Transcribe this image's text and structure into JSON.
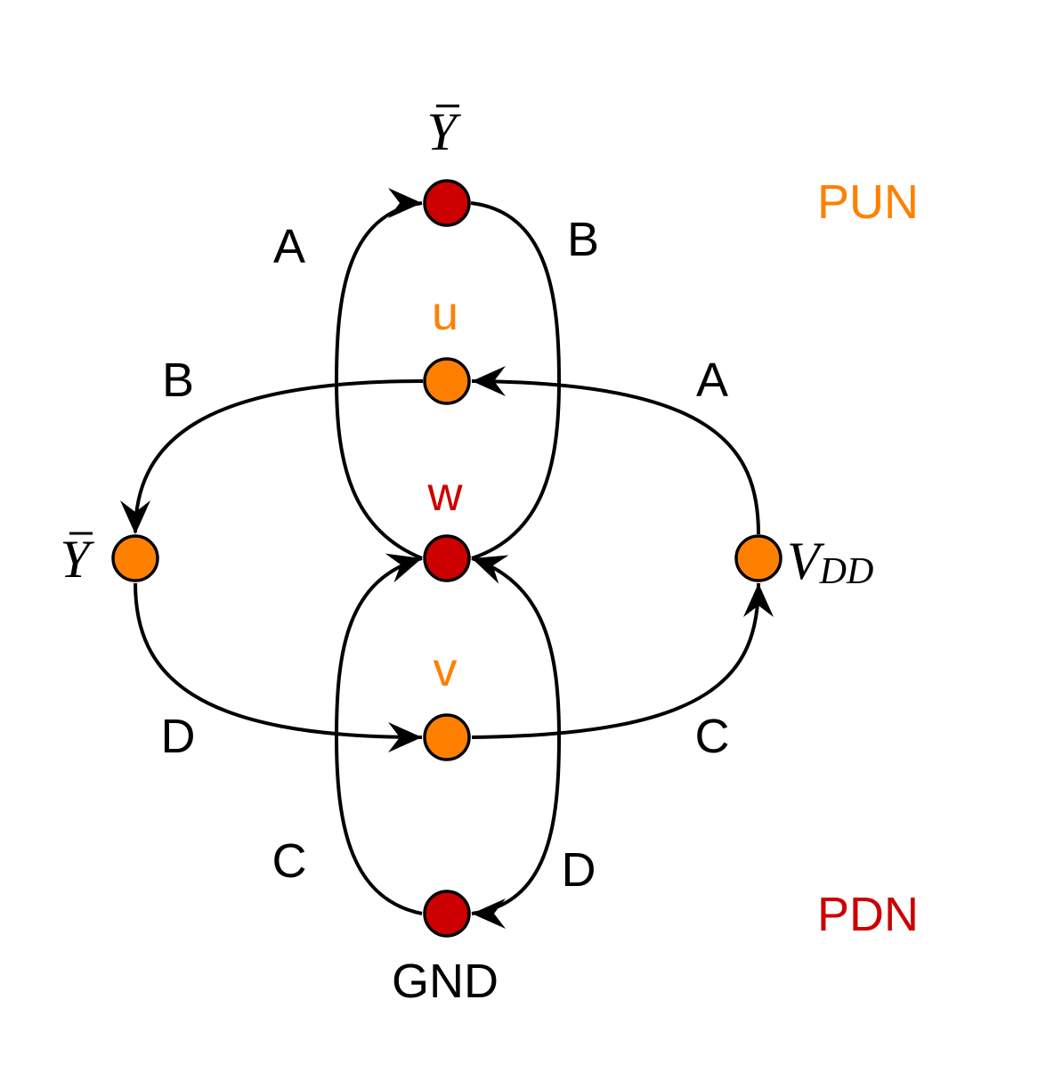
{
  "colors": {
    "pun": "#ff8000",
    "pdn": "#cc0000",
    "edge": "#000000",
    "text": "#000000"
  },
  "pun_label": "PUN",
  "pdn_label": "PDN",
  "nodes": {
    "ybar_top": {
      "text": "Y",
      "bar": true,
      "color_role": "pdn"
    },
    "u": {
      "text": "u",
      "color_role": "pun"
    },
    "w": {
      "text": "w",
      "color_role": "pdn"
    },
    "v": {
      "text": "v",
      "color_role": "pun"
    },
    "gnd": {
      "text": "GND",
      "color_role": "pdn"
    },
    "ybar_left": {
      "text": "Y",
      "bar": true,
      "color_role": "pun"
    },
    "vdd": {
      "text": "V",
      "subscript": "DD",
      "color_role": "pun"
    }
  },
  "edges": [
    {
      "from": "w",
      "to": "ybar_top",
      "label": "A",
      "network": "pdn"
    },
    {
      "from": "ybar_top",
      "to": "w",
      "label": "B",
      "network": "pdn"
    },
    {
      "from": "gnd",
      "to": "w",
      "label": "C",
      "network": "pdn"
    },
    {
      "from": "w",
      "to": "gnd",
      "label": "D",
      "network": "pdn"
    },
    {
      "from": "vdd",
      "to": "u",
      "label": "A",
      "network": "pun"
    },
    {
      "from": "u",
      "to": "ybar_left",
      "label": "B",
      "network": "pun"
    },
    {
      "from": "v",
      "to": "vdd",
      "label": "C",
      "network": "pun"
    },
    {
      "from": "ybar_left",
      "to": "v",
      "label": "D",
      "network": "pun"
    }
  ]
}
